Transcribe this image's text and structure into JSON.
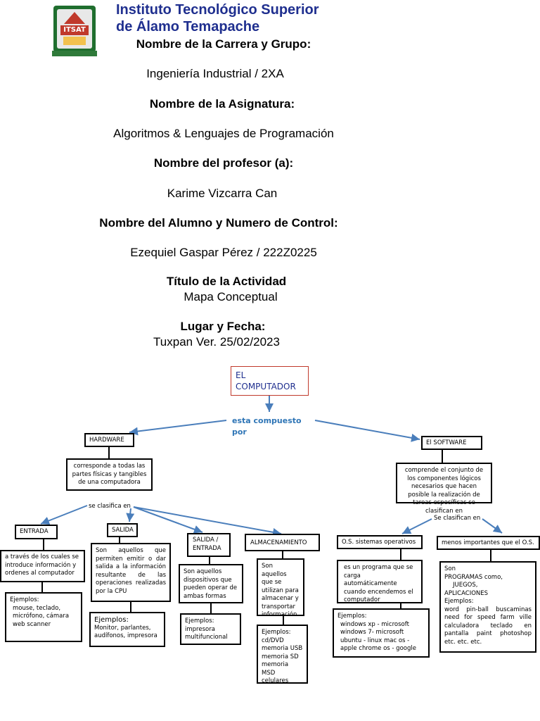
{
  "header": {
    "institution_line1": "Instituto Tecnológico Superior",
    "institution_line2": "de Álamo Temapache",
    "logo_text": "ITSAT"
  },
  "cover": {
    "career_label": "Nombre de la Carrera y Grupo:",
    "career_value": "Ingeniería Industrial / 2XA",
    "subject_label": "Nombre de la Asignatura:",
    "subject_value": "Algoritmos & Lenguajes de Programación",
    "teacher_label": "Nombre del profesor (a):",
    "teacher_value": "Karime Vizcarra Can",
    "student_label": "Nombre del Alumno y Numero de Control:",
    "student_value": "Ezequiel Gaspar Pérez / 222Z0225",
    "title_label": "Título de la Actividad",
    "title_value": "Mapa Conceptual",
    "place_label": "Lugar y Fecha:",
    "place_value": "Tuxpan Ver. 25/02/2023"
  },
  "map": {
    "root_line1": "EL",
    "root_line2": "COMPUTADOR",
    "composed_line1": "esta compuesto",
    "composed_line2": "por",
    "hardware": "HARDWARE",
    "software": "El SOFTWARE",
    "hardware_desc": "corresponde a todas las partes físicas y tangibles de una computadora",
    "hw_classified": "se clasifica en",
    "entrada": "ENTRADA",
    "salida": "SALIDA",
    "salida_entrada_line1": "SALIDA /",
    "salida_entrada_line2": "ENTRADA",
    "almacenamiento": "ALMACENAMIENTO",
    "entrada_desc": "a través de los cuales se introduce información y ordenes al computador",
    "entrada_examples_label": "Ejemplos:",
    "entrada_examples": "mouse, teclado, micrófono, cámara web scanner",
    "salida_desc": "Son aquellos que permiten emitir o dar salida a la información resultante de las operaciones realizadas por la CPU",
    "salida_examples_label": "Ejemplos:",
    "salida_examples": "Monitor, parlantes, audífonos, impresora",
    "se_desc": "Son aquellos dispositivos que pueden operar de ambas formas",
    "se_examples_label": "Ejemplos:",
    "se_examples": "impresora multifuncional",
    "alm_desc": "Son aquellos que se utilizan para almacenar y transportar información",
    "alm_examples_label": "Ejemplos:",
    "alm_examples": "cd/DVD memoria USB memoria SD memoria MSD celulares",
    "software_desc": "comprende el conjunto de los componentes lógicos necesarios que hacen posible la realización de tareas específicas se clasifican en",
    "sw_classified": "Se clasifican en",
    "os_title": "O.S. sistemas operativos",
    "less_title": "menos importantes que el O.S.",
    "os_desc": "es un programa que se carga automáticamente cuando encendemos el computador",
    "os_examples_label": "Ejemplos:",
    "os_examples": "windows xp - microsoft windows 7- microsoft ubuntu - linux mac os - apple chrome os - google",
    "less_son": "Son",
    "less_programs": "PROGRAMAS como,",
    "less_games": "JUEGOS,",
    "less_apps": "APLICACIONES",
    "less_examples_label": "Ejemplos:",
    "less_examples": "word pin-ball buscaminas need for speed farm ville calculadora teclado en pantalla paint photoshop etc. etc. etc."
  },
  "colors": {
    "title_blue": "#1f2f8f",
    "root_border": "#c0392b",
    "link_blue": "#2e75b6",
    "arrow_blue": "#4a7ebb"
  }
}
